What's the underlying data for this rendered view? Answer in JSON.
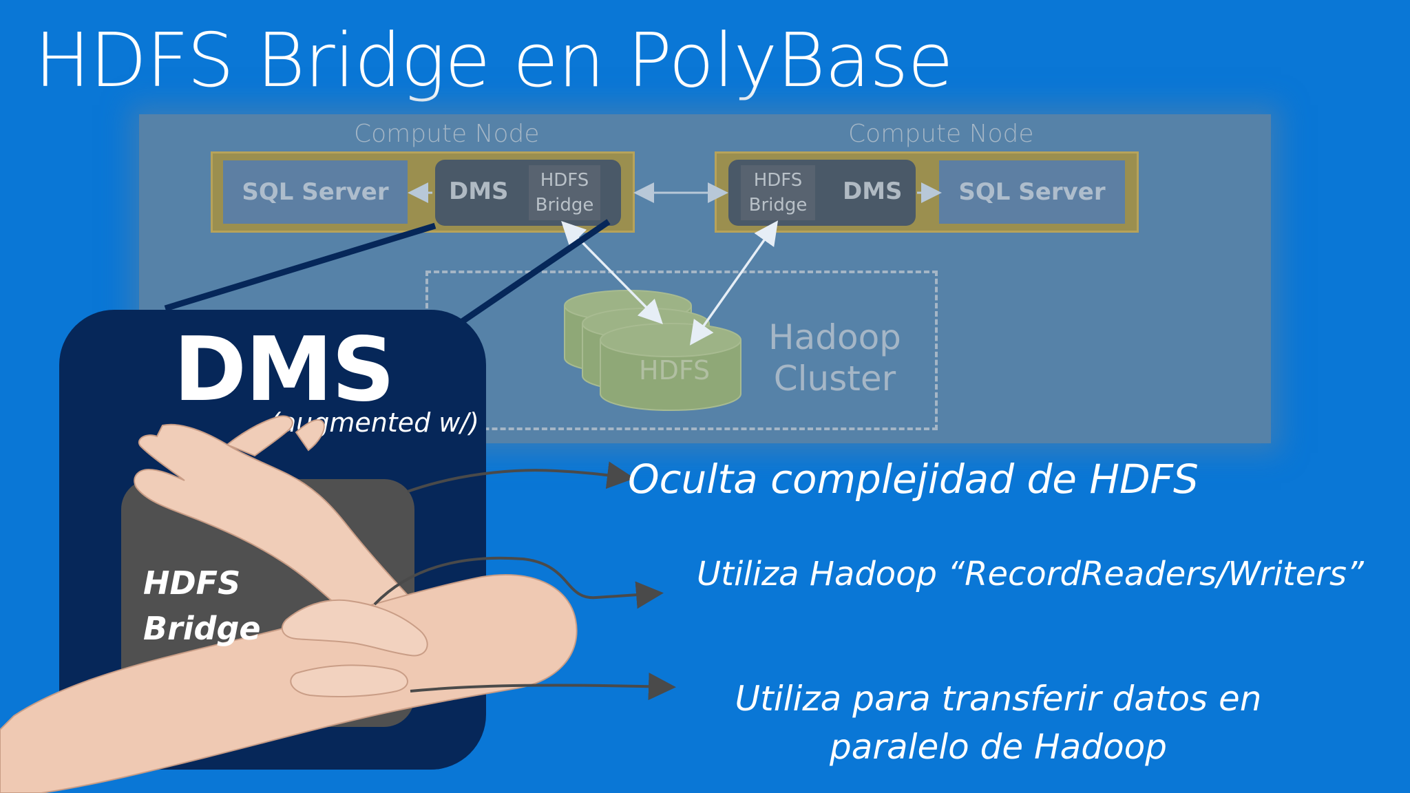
{
  "title": "HDFS Bridge en PolyBase",
  "diagram": {
    "left_node": {
      "label": "Compute Node",
      "sql_server": "SQL Server",
      "dms": "DMS",
      "hdfs_bridge_line1": "HDFS",
      "hdfs_bridge_line2": "Bridge"
    },
    "right_node": {
      "label": "Compute Node",
      "sql_server": "SQL Server",
      "dms": "DMS",
      "hdfs_bridge_line1": "HDFS",
      "hdfs_bridge_line2": "Bridge"
    },
    "hadoop_cluster": {
      "label_line1": "Hadoop",
      "label_line2": "Cluster",
      "hdfs": "HDFS"
    },
    "colors": {
      "background": "#0a77d6",
      "panel": "#5682a8",
      "node_frame": "#9b8f4f",
      "callout": "#062759",
      "hdfs_cylinder": "#8fa877"
    }
  },
  "callout": {
    "title": "DMS",
    "subtitle": "(augmented w/)",
    "bridge_line1": "HDFS",
    "bridge_line2": "Bridge"
  },
  "points": [
    {
      "text": "Oculta complejidad de HDFS"
    },
    {
      "text": "Utiliza Hadoop “RecordReaders/Writers”"
    },
    {
      "text_line1": "Utiliza para transferir datos en",
      "text_line2": "paralelo de Hadoop"
    }
  ],
  "image": {
    "subject": "crossed-arms-photo"
  }
}
